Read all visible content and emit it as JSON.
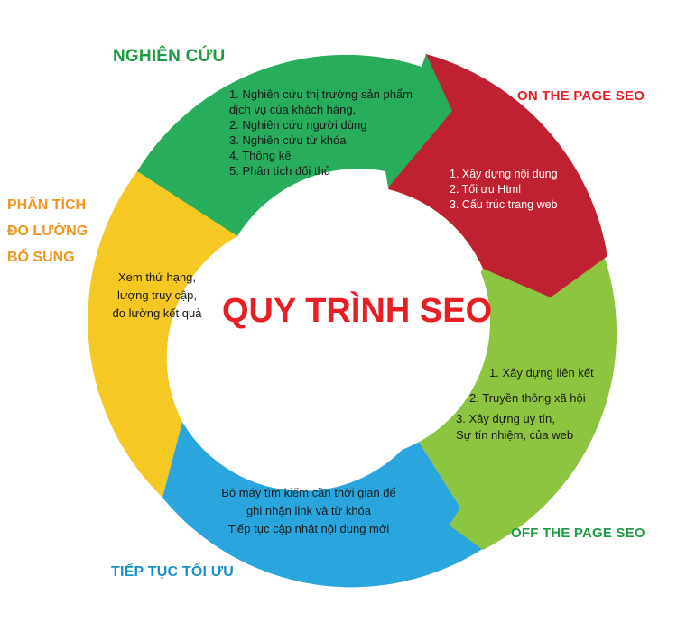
{
  "title": "QUY TRÌNH SEO",
  "colors": {
    "green": "#27ad5c",
    "red": "#c02132",
    "lime": "#8dc540",
    "blue": "#2aa5dd",
    "yellow": "#f5c823",
    "orange": "#f0951f",
    "title_red": "#e81e25",
    "label_blue": "#1a8fc9",
    "label_green": "#1f9b45"
  },
  "stages": {
    "nghien_cuu": {
      "label": "NGHIÊN CỨU",
      "items": [
        "1. Nghiên cứu thị trường sản phẩm",
        "dịch vụ của khách hàng,",
        "2. Nghiên cứu người dùng",
        "3. Nghiên cứu từ khóa",
        "4. Thống kê",
        "5. Phân tích đối thủ"
      ]
    },
    "on_page": {
      "label": "ON THE PAGE SEO",
      "items": [
        "1. Xây dựng nội dung",
        "2. Tối ưu Html",
        "3. Cấu trúc trang web"
      ]
    },
    "off_page": {
      "label": "OFF THE PAGE SEO",
      "items": [
        "1. Xây dựng liên kết",
        "2. Truyền thông xã hội",
        "3. Xây dựng uy tín,",
        "Sự tín nhiệm, của web"
      ]
    },
    "toi_uu": {
      "label": "TIẾP TỤC TỐI ƯU",
      "items": [
        "Bộ máy tìm kiếm cần thời gian để",
        "ghi nhận link và từ khóa",
        "Tiếp tục cập nhật nội dung mới"
      ]
    },
    "phan_tich": {
      "label_lines": [
        "PHÂN TÍCH",
        "ĐO LƯỜNG",
        "BỔ SUNG"
      ],
      "items": [
        "Xem thứ hạng,",
        "lượng truy cập,",
        "đo lường kết quả"
      ]
    }
  }
}
